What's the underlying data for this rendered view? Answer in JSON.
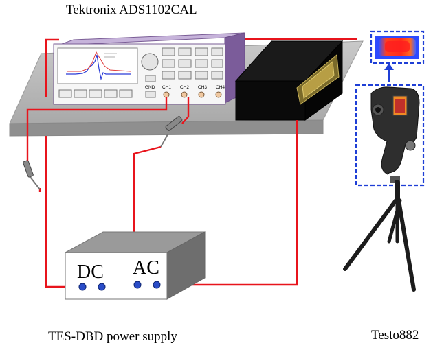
{
  "labels": {
    "oscilloscope": "Tektronix ADS1102CAL",
    "power_supply": "TES-DBD power supply",
    "camera": "Testo882",
    "dc": "DC",
    "ac": "AC"
  },
  "oscilloscope_buttons": [
    "GND",
    "CH1",
    "CH2",
    "CH3",
    "CH4"
  ],
  "colors": {
    "wire": "#e8141c",
    "highlight_box": "#1f3fd6",
    "oscilloscope_body": "#9b79b5",
    "table_top": "#bdbdbd",
    "reactor": "#0a0a0a"
  }
}
